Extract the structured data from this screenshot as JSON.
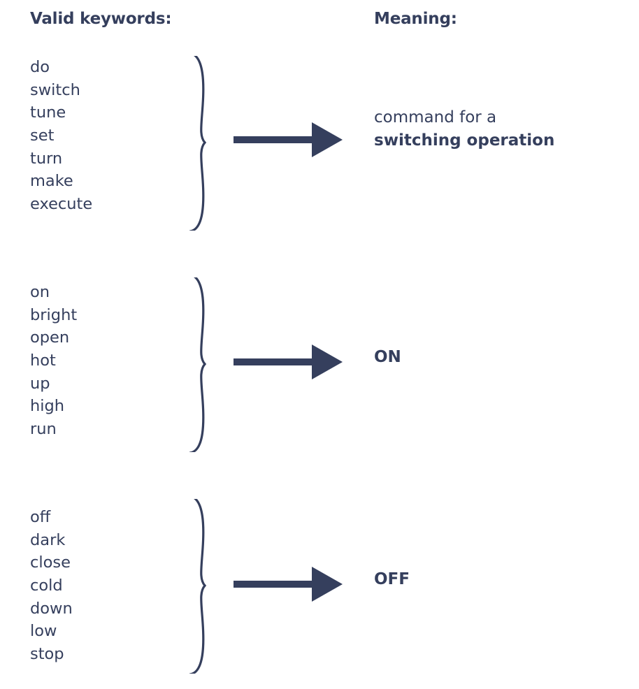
{
  "headers": {
    "keywords": "Valid keywords:",
    "meaning": "Meaning:"
  },
  "colors": {
    "ink": "#353f5d",
    "background": "#ffffff"
  },
  "groups": [
    {
      "keywords": [
        "do",
        "switch",
        "tune",
        "set",
        "turn",
        "make",
        "execute"
      ],
      "meaning_line1": "command for a",
      "meaning_line2": "switching operation"
    },
    {
      "keywords": [
        "on",
        "bright",
        "open",
        "hot",
        "up",
        "high",
        "run"
      ],
      "meaning_line1": "",
      "meaning_line2": "ON"
    },
    {
      "keywords": [
        "off",
        "dark",
        "close",
        "cold",
        "down",
        "low",
        "stop"
      ],
      "meaning_line1": "",
      "meaning_line2": "OFF"
    }
  ]
}
